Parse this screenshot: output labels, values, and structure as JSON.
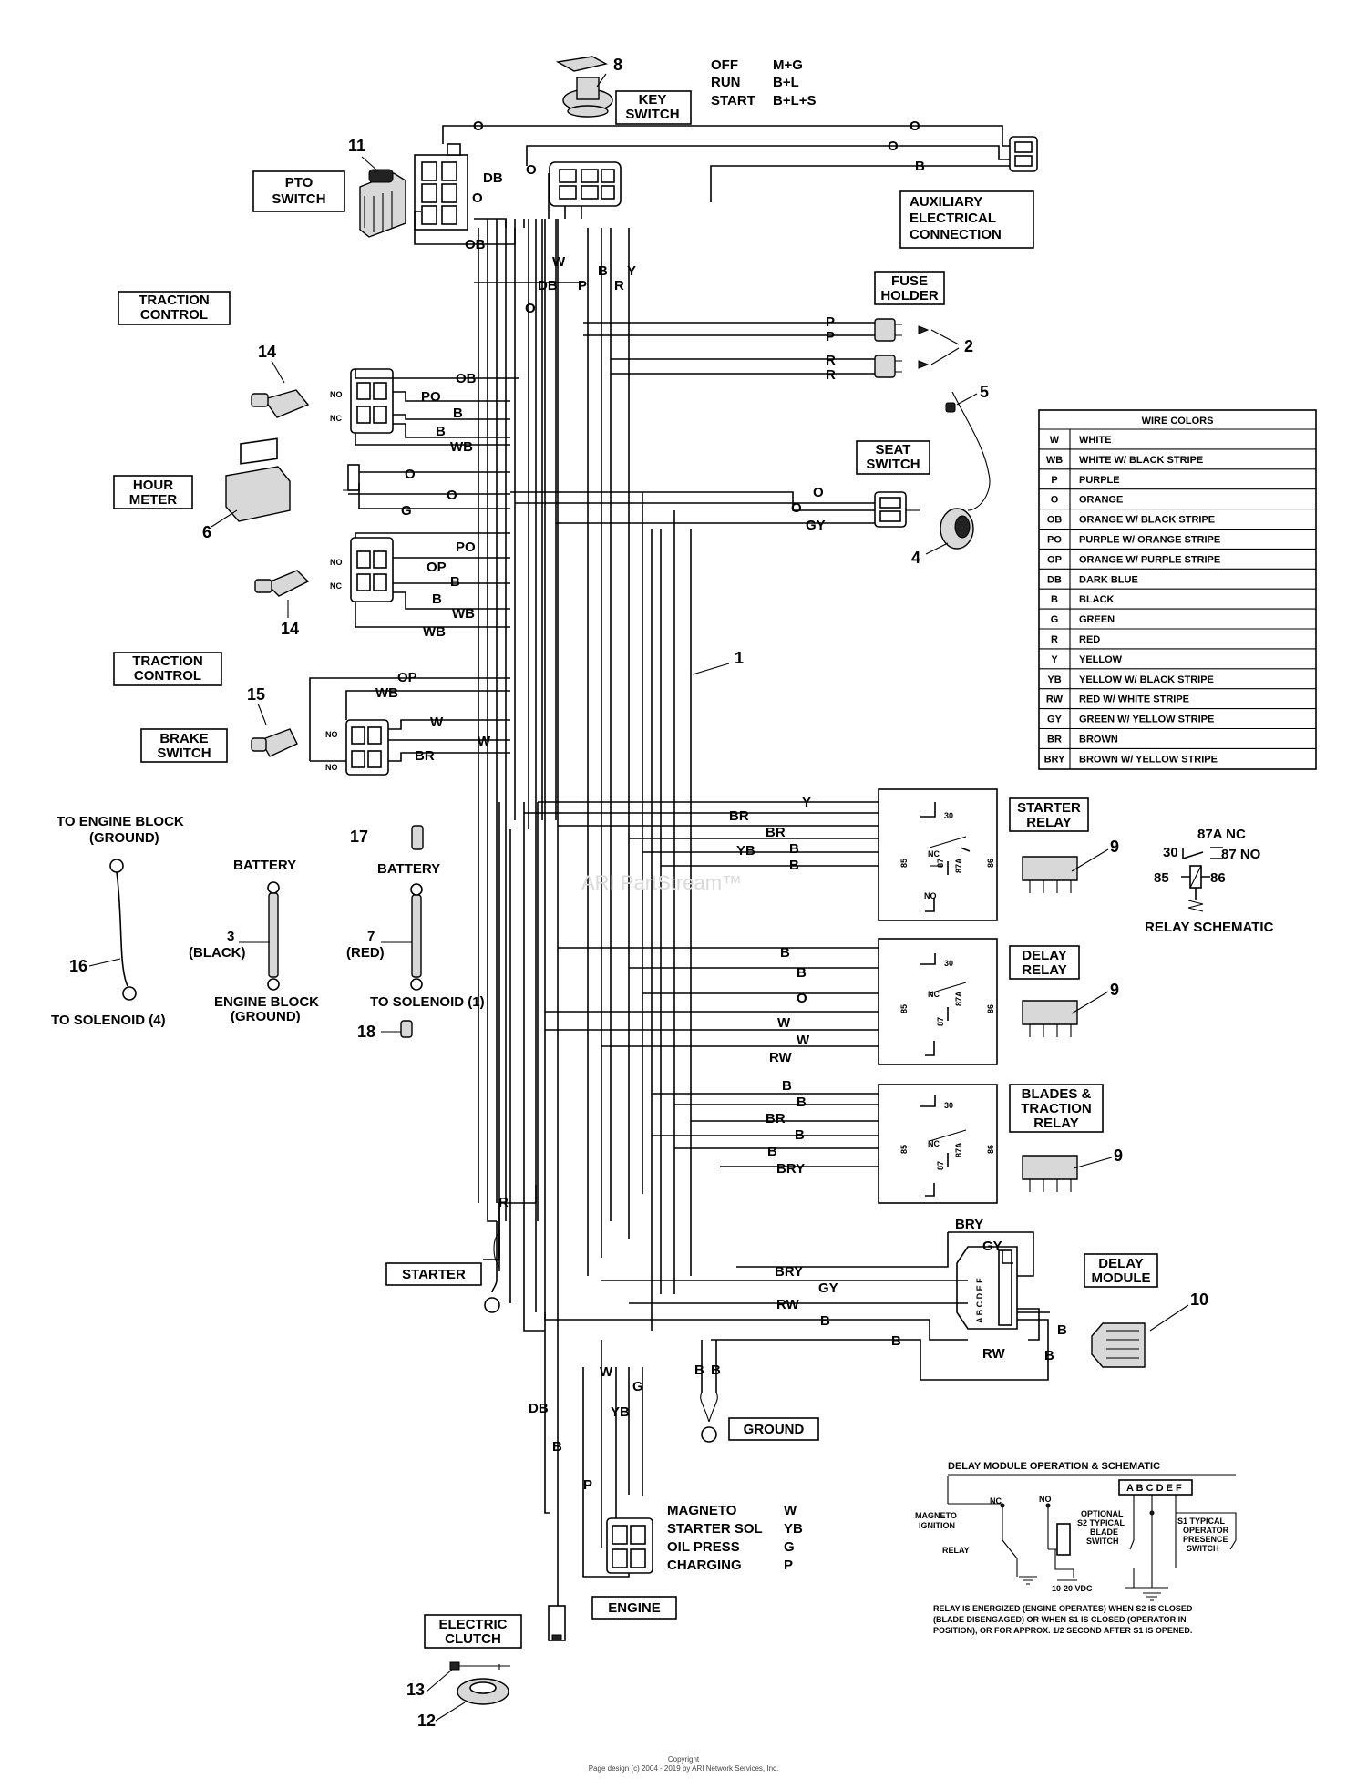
{
  "key_switch": {
    "label_line1": "KEY",
    "label_line2": "SWITCH",
    "callout": "8",
    "positions": [
      {
        "name": "OFF",
        "contacts": "M+G"
      },
      {
        "name": "RUN",
        "contacts": "B+L"
      },
      {
        "name": "START",
        "contacts": "B+L+S"
      }
    ]
  },
  "labels": {
    "pto_switch": [
      "PTO",
      "SWITCH"
    ],
    "traction_control": [
      "TRACTION",
      "CONTROL"
    ],
    "hour_meter": [
      "HOUR",
      "METER"
    ],
    "brake_switch": [
      "BRAKE",
      "SWITCH"
    ],
    "auxiliary": [
      "AUXILIARY",
      "ELECTRICAL",
      "CONNECTION"
    ],
    "fuse_holder": [
      "FUSE",
      "HOLDER"
    ],
    "seat_switch": [
      "SEAT",
      "SWITCH"
    ],
    "starter_relay": [
      "STARTER",
      "RELAY"
    ],
    "delay_relay": [
      "DELAY",
      "RELAY"
    ],
    "blades_relay": [
      "BLADES &",
      "TRACTION",
      "RELAY"
    ],
    "delay_module": [
      "DELAY",
      "MODULE"
    ],
    "starter": "STARTER",
    "ground": "GROUND",
    "engine": "ENGINE",
    "electric_clutch": [
      "ELECTRIC",
      "CLUTCH"
    ],
    "to_engine_block": [
      "TO ENGINE BLOCK",
      "(GROUND)"
    ],
    "to_solenoid_4": "TO SOLENOID (4)",
    "battery": "BATTERY",
    "black": "(BLACK)",
    "engine_block_ground": [
      "ENGINE BLOCK",
      "(GROUND)"
    ],
    "red": "(RED)",
    "to_solenoid_1": "TO SOLENOID (1)",
    "no": "NO",
    "nc": "NC"
  },
  "callouts": {
    "c1": "1",
    "c2": "2",
    "c3": "3",
    "c4": "4",
    "c5": "5",
    "c6": "6",
    "c7": "7",
    "c9": "9",
    "c10": "10",
    "c11": "11",
    "c12": "12",
    "c13": "13",
    "c14": "14",
    "c15": "15",
    "c16": "16",
    "c17": "17",
    "c18": "18"
  },
  "wires": {
    "O": "O",
    "OB": "OB",
    "DB": "DB",
    "W": "W",
    "B": "B",
    "P": "P",
    "R": "R",
    "Y": "Y",
    "PO": "PO",
    "WB": "WB",
    "G": "G",
    "GY": "GY",
    "OP": "OP",
    "BR": "BR",
    "YB": "YB",
    "RW": "RW",
    "BRY": "BRY"
  },
  "wire_colors": {
    "title": "WIRE COLORS",
    "rows": [
      {
        "code": "W",
        "name": "WHITE"
      },
      {
        "code": "WB",
        "name": "WHITE W/ BLACK STRIPE"
      },
      {
        "code": "P",
        "name": "PURPLE"
      },
      {
        "code": "O",
        "name": "ORANGE"
      },
      {
        "code": "OB",
        "name": "ORANGE W/ BLACK STRIPE"
      },
      {
        "code": "PO",
        "name": "PURPLE W/ ORANGE STRIPE"
      },
      {
        "code": "OP",
        "name": "ORANGE W/ PURPLE STRIPE"
      },
      {
        "code": "DB",
        "name": "DARK BLUE"
      },
      {
        "code": "B",
        "name": "BLACK"
      },
      {
        "code": "G",
        "name": "GREEN"
      },
      {
        "code": "R",
        "name": "RED"
      },
      {
        "code": "Y",
        "name": "YELLOW"
      },
      {
        "code": "YB",
        "name": "YELLOW W/ BLACK STRIPE"
      },
      {
        "code": "RW",
        "name": "RED W/ WHITE STRIPE"
      },
      {
        "code": "GY",
        "name": "GREEN W/ YELLOW STRIPE"
      },
      {
        "code": "BR",
        "name": "BROWN"
      },
      {
        "code": "BRY",
        "name": "BROWN W/ YELLOW STRIPE"
      }
    ]
  },
  "relay": {
    "pins": {
      "p30": "30",
      "p85": "85",
      "p86": "86",
      "p87": "87",
      "p87a": "87A",
      "nc": "NC",
      "no": "NO"
    },
    "schematic_title": "RELAY SCHEMATIC",
    "schematic_87a": "87A NC",
    "schematic_87": "87 NO",
    "schematic_30": "30",
    "schematic_85": "85",
    "schematic_86": "86"
  },
  "module_pins": [
    "A",
    "B",
    "C",
    "D",
    "E",
    "F"
  ],
  "engine_legend": [
    {
      "name": "MAGNETO",
      "wire": "W"
    },
    {
      "name": "STARTER SOL",
      "wire": "YB"
    },
    {
      "name": "OIL PRESS",
      "wire": "G"
    },
    {
      "name": "CHARGING",
      "wire": "P"
    }
  ],
  "delay_op": {
    "title": "DELAY MODULE OPERATION & SCHEMATIC",
    "pins": "A B C D E F",
    "nc": "NC",
    "no": "NO",
    "magneto": [
      "MAGNETO",
      "IGNITION"
    ],
    "relay": "RELAY",
    "optional": [
      "OPTIONAL",
      "S2 TYPICAL",
      "BLADE",
      "SWITCH"
    ],
    "s1": [
      "S1 TYPICAL",
      "OPERATOR",
      "PRESENCE",
      "SWITCH"
    ],
    "vdc": "10-20 VDC",
    "note": [
      "RELAY IS ENERGIZED (ENGINE OPERATES) WHEN S2 IS CLOSED",
      "(BLADE DISENGAGED) OR WHEN S1 IS CLOSED (OPERATOR IN",
      "POSITION), OR FOR APPROX. 1/2 SECOND AFTER S1 IS OPENED."
    ]
  },
  "watermark": "ARI PartStream™",
  "copyright": [
    "Copyright",
    "Page design (c) 2004 - 2019 by ARI Network Services, Inc."
  ]
}
